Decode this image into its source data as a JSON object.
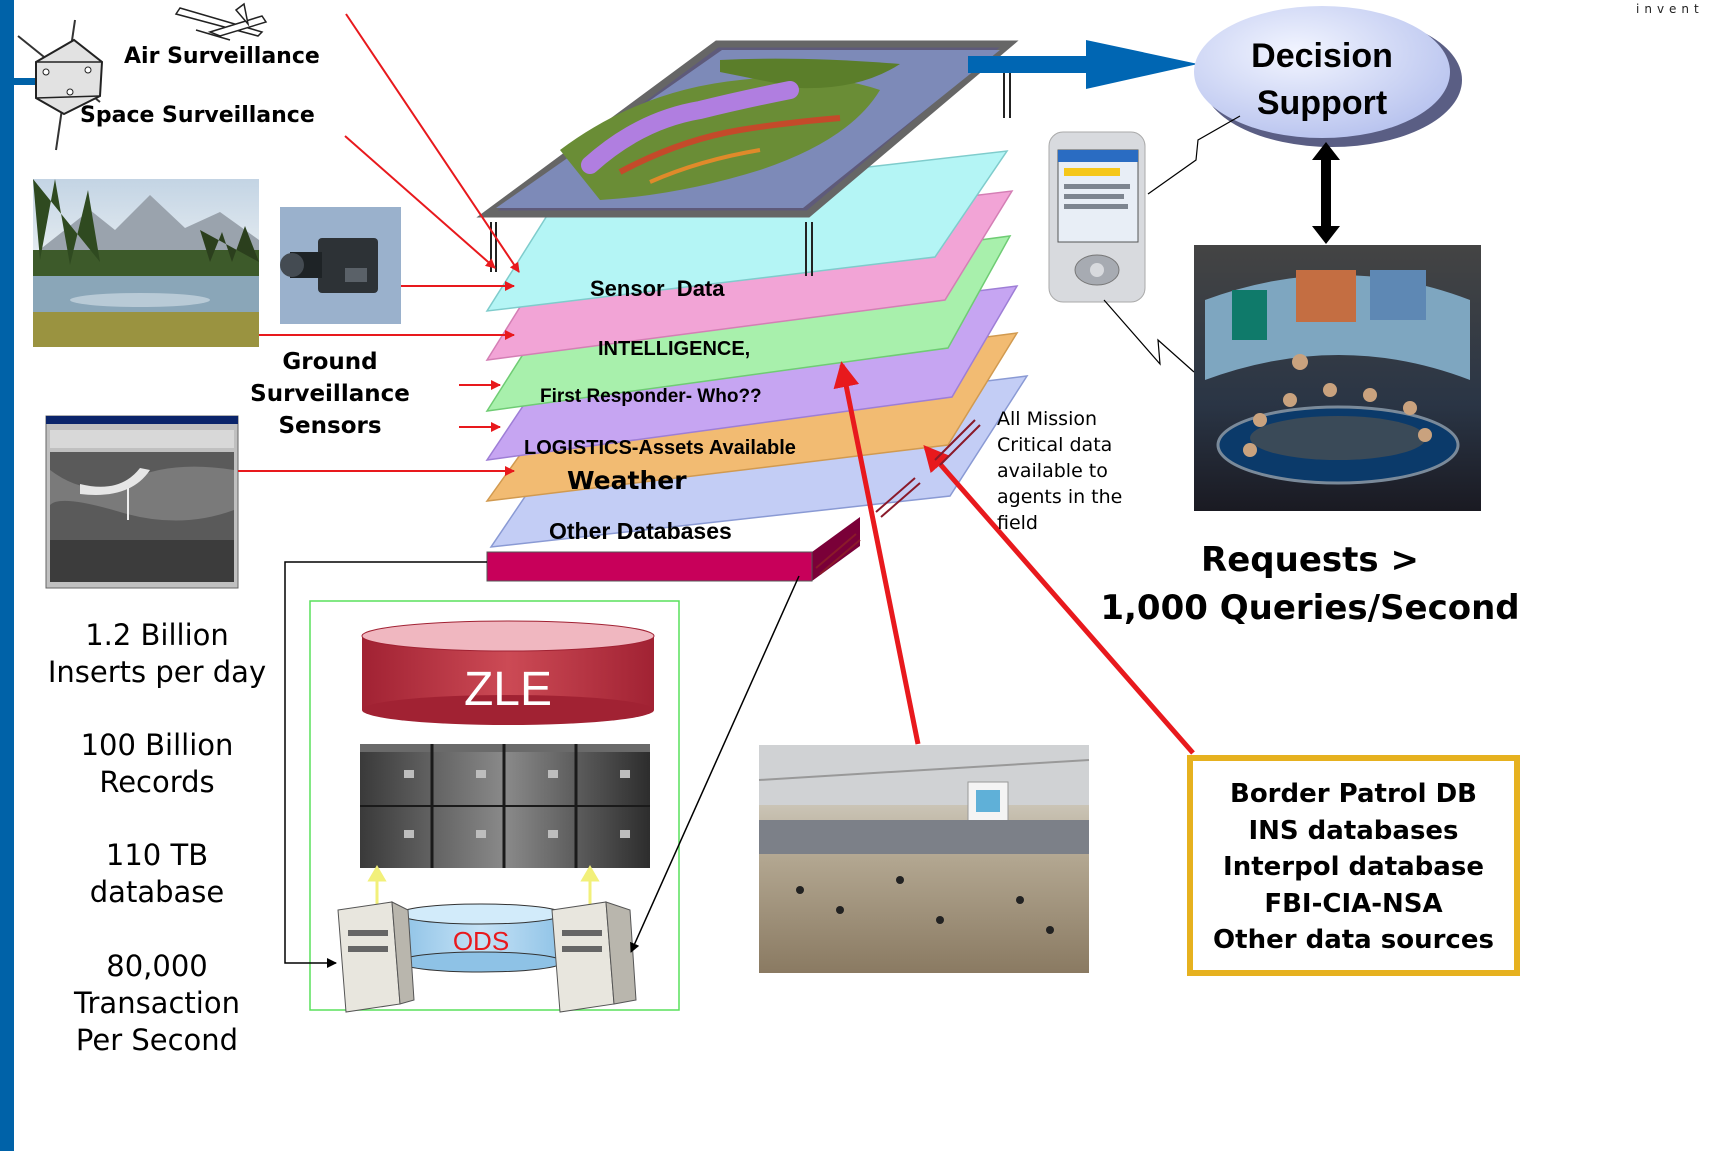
{
  "slide": {
    "brand_tagline": "invent",
    "colors": {
      "left_bar": "#0062a8",
      "red_arrow": "#e8191d",
      "blue_arrow": "#0066b3",
      "zle_cylinder": "#b8323f",
      "ods_cylinder": "#a9d2ef",
      "border_box": "#e6b11f",
      "base_slab": "#c8005a"
    }
  },
  "sources": {
    "air_surveillance": "Air Surveillance",
    "space_surveillance": "Space Surveillance",
    "ground_surveillance_lines": [
      "Ground",
      "Surveillance",
      "Sensors"
    ]
  },
  "layers": {
    "sensor": "Sensor  Data",
    "intelligence": "INTELLIGENCE,",
    "first_responder": "First Responder- Who??",
    "logistics": "LOGISTICS-Assets Available",
    "weather": "Weather",
    "other": "Other Databases"
  },
  "decision_support": {
    "lines": [
      "Decision",
      "Support"
    ]
  },
  "field_note": {
    "lines": [
      "All Mission",
      "Critical data",
      "available to",
      "agents in the",
      "field"
    ]
  },
  "requests": {
    "lines": [
      "Requests >",
      "1,000 Queries/Second"
    ]
  },
  "stats": [
    {
      "lines": [
        "1.2 Billion",
        "Inserts per day"
      ]
    },
    {
      "lines": [
        "100 Billion",
        "Records"
      ]
    },
    {
      "lines": [
        "110 TB",
        "database"
      ]
    },
    {
      "lines": [
        "80,000",
        "Transaction",
        "Per Second"
      ]
    }
  ],
  "storage": {
    "zle_label": "ZLE",
    "ods_label": "ODS"
  },
  "databases": {
    "lines": [
      "Border Patrol DB",
      "INS databases",
      "Interpol database",
      "FBI-CIA-NSA",
      "Other data sources"
    ]
  },
  "icons": [
    "satellite-icon",
    "airplane-icon",
    "camera-icon",
    "pda-device-icon",
    "server-icon"
  ]
}
